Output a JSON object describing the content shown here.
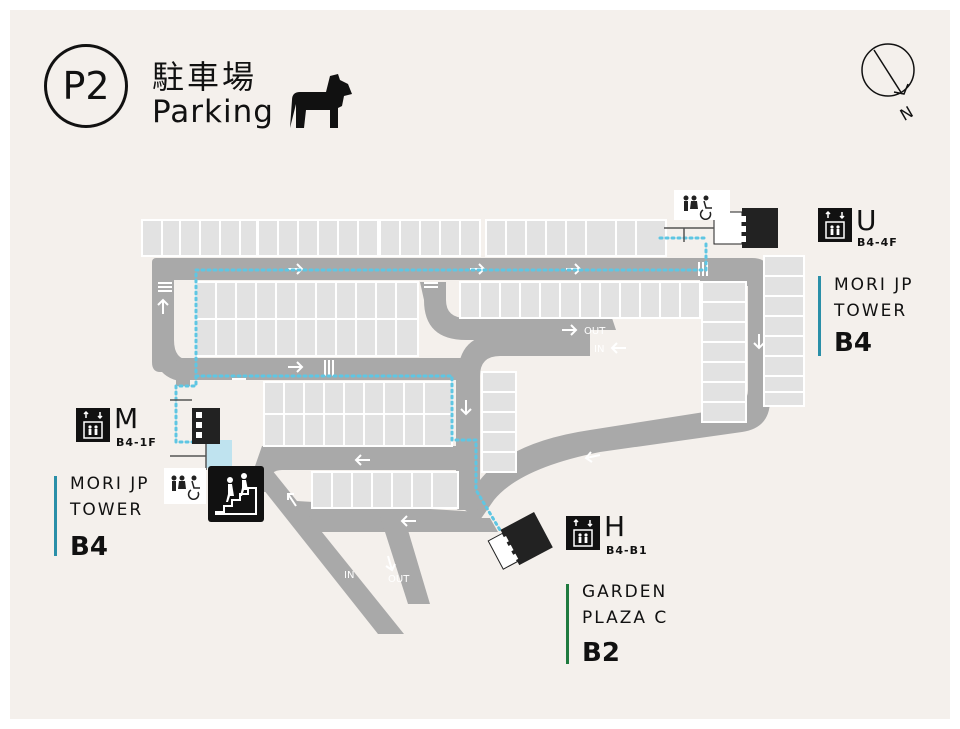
{
  "header": {
    "badge": "P2",
    "title_ja": "駐車場",
    "title_en": "Parking"
  },
  "colors": {
    "background": "#f4f0ec",
    "road": "#a9a9a9",
    "parking_space": "#e2e2e2",
    "route": "#5ec6e3",
    "mori_bar": "#2a8fa8",
    "garden_bar": "#1f7a3f"
  },
  "elevators": {
    "U": {
      "letter": "U",
      "range": "B4-4F"
    },
    "M": {
      "letter": "M",
      "range": "B4-1F"
    },
    "H": {
      "letter": "H",
      "range": "B4-B1"
    }
  },
  "destinations": {
    "right": {
      "line1": "MORI JP",
      "line2": "TOWER",
      "floor": "B4"
    },
    "left": {
      "line1": "MORI JP",
      "line2": "TOWER",
      "floor": "B4"
    },
    "garden": {
      "line1": "GARDEN",
      "line2": "PLAZA C",
      "floor": "B2"
    }
  },
  "road_labels": {
    "out_right": "OUT",
    "in_right": "IN",
    "in_bottom": "IN",
    "out_bottom": "OUT"
  },
  "icons": [
    "dog-logo-icon",
    "compass-north-icon",
    "elevator-icon",
    "restroom-icon",
    "wheelchair-icon",
    "stairs-icon"
  ],
  "compass_label": "N"
}
